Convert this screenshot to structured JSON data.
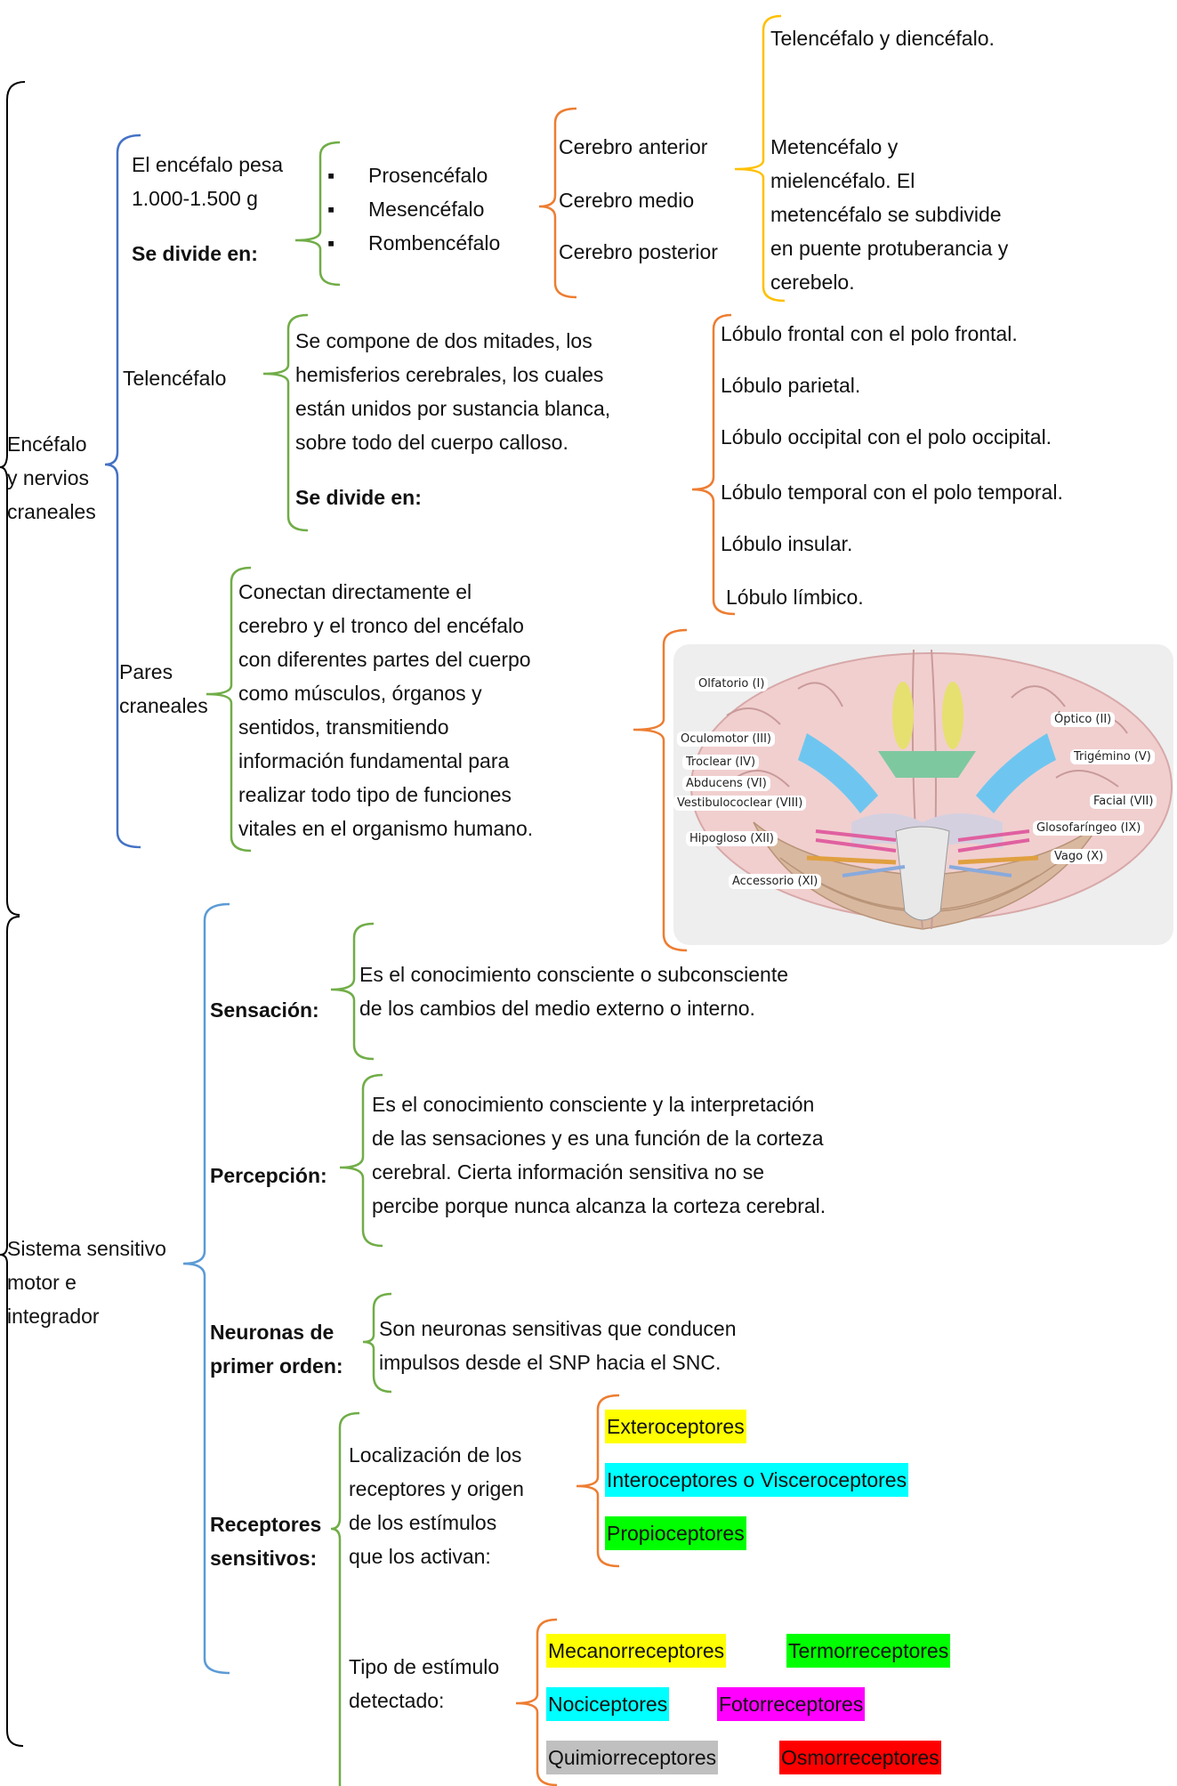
{
  "root": {
    "encefalo_label": "Encéfalo\ny nervios\ncraneales",
    "sistema_label": "Sistema sensitivo\nmotor e\nintegrador"
  },
  "encefalo": {
    "weight_line1": "El encéfalo pesa",
    "weight_line2": "1.000-1.500 g",
    "divide_label": "Se divide en:",
    "divisions": [
      "Prosencéfalo",
      "Mesencéfalo",
      "Rombencéfalo"
    ],
    "cerebros": [
      "Cerebro anterior",
      "Cerebro medio",
      "Cerebro posterior"
    ],
    "telencefalo_diencefalo": "Telencéfalo y diencéfalo.",
    "metencefalo": [
      "Metencéfalo y",
      "mielencéfalo. El",
      "metencéfalo se subdivide",
      "en puente protuberancia y",
      "cerebelo."
    ]
  },
  "telencefalo": {
    "label": "Telencéfalo",
    "desc": [
      "Se compone de dos mitades, los",
      "hemisferios cerebrales, los cuales",
      "están unidos por sustancia blanca,",
      "sobre todo del cuerpo calloso."
    ],
    "divide_label": "Se divide en:",
    "lobulos": [
      "Lóbulo frontal con el polo frontal.",
      "Lóbulo parietal.",
      "Lóbulo occipital con el polo occipital.",
      "Lóbulo temporal con el polo temporal.",
      "Lóbulo insular.",
      "Lóbulo límbico."
    ]
  },
  "pares": {
    "label_line1": "Pares",
    "label_line2": "craneales",
    "desc": [
      "Conectan directamente el",
      "cerebro y el tronco del encéfalo",
      "con diferentes partes del cuerpo",
      "como músculos, órganos y",
      "sentidos, transmitiendo",
      "información fundamental para",
      "realizar todo tipo de funciones",
      "vitales en el organismo humano."
    ],
    "nerves": [
      "Olfatorio (I)",
      "Óptico (II)",
      "Oculomotor (III)",
      "Troclear (IV)",
      "Trigémino (V)",
      "Abducens (VI)",
      "Facial (VII)",
      "Vestibulococlear (VIII)",
      "Glosofaríngeo (IX)",
      "Vago (X)",
      "Hipogloso (XII)",
      "Accessorio (XI)"
    ]
  },
  "sistema": {
    "sensacion_label": "Sensación:",
    "sensacion_desc": [
      "Es el conocimiento consciente o subconsciente",
      "de los cambios del medio externo o interno."
    ],
    "percepcion_label": "Percepción:",
    "percepcion_desc": [
      "Es el conocimiento consciente y la interpretación",
      "de las sensaciones y es una función de la corteza",
      "cerebral. Cierta información sensitiva no se",
      "percibe porque nunca alcanza la corteza cerebral."
    ],
    "neuronas_label": [
      "Neuronas de",
      "primer orden:"
    ],
    "neuronas_desc": [
      "Son neuronas sensitivas que conducen",
      "impulsos desde el SNP hacia el SNC."
    ],
    "receptores_label": [
      "Receptores",
      "sensitivos:"
    ],
    "localizacion": [
      "Localización de los",
      "receptores y origen",
      "de los estímulos",
      "que los activan:"
    ],
    "loc_types": [
      "Exteroceptores",
      "Interoceptores o Visceroceptores",
      "Propioceptores"
    ],
    "tipo": [
      "Tipo de estímulo",
      "detectado:"
    ],
    "tipo_types": [
      "Mecanorreceptores",
      "Termorreceptores",
      "Nociceptores",
      "Fotorreceptores",
      "Quimiorreceptores",
      "Osmorreceptores"
    ]
  },
  "colors": {
    "black": "#000000",
    "blue": "#4472c4",
    "lightblue": "#5b9bd5",
    "green": "#70ad47",
    "orange": "#ed7d31",
    "gold": "#ffc000",
    "hl_yellow": "#ffff00",
    "hl_cyan": "#00ffff",
    "hl_green": "#00ff00",
    "hl_magenta": "#ff00ff",
    "hl_gray": "#c0c0c0",
    "hl_red": "#ff0000"
  }
}
